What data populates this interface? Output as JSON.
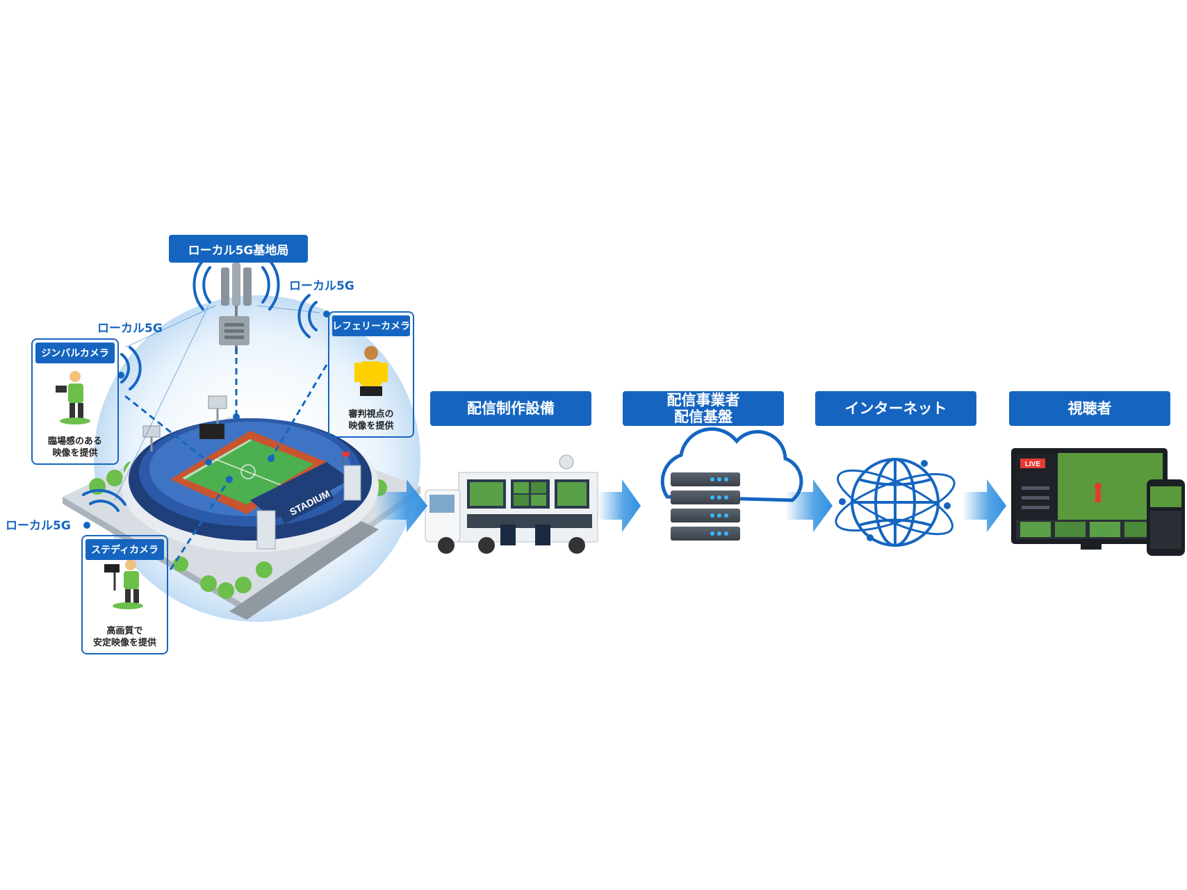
{
  "base_station": {
    "label": "ローカル5G基地局"
  },
  "links": {
    "link_top_right": "ローカル5G",
    "link_top_left": "ローカル5G",
    "link_bottom_left": "ローカル5G"
  },
  "cameras": {
    "gimbal": {
      "title": "ジンバルカメラ",
      "desc": "臨場感のある\n映像を提供"
    },
    "referee": {
      "title": "レフェリーカメラ",
      "desc": "審判視点の\n映像を提供"
    },
    "steady": {
      "title": "ステディカメラ",
      "desc": "高画質で\n安定映像を提供"
    }
  },
  "stadium": {
    "sign": "STADIUM"
  },
  "stages": {
    "production": {
      "label": "配信制作設備"
    },
    "platform": {
      "label": "配信事業者\n配信基盤"
    },
    "internet": {
      "label": "インターネット"
    },
    "viewers": {
      "label": "視聴者"
    }
  },
  "screen": {
    "live_badge": "LIVE"
  },
  "colors": {
    "brand_blue": "#1565c0",
    "arrow_blue": "#2e8fe0",
    "field_green": "#4caf50"
  }
}
